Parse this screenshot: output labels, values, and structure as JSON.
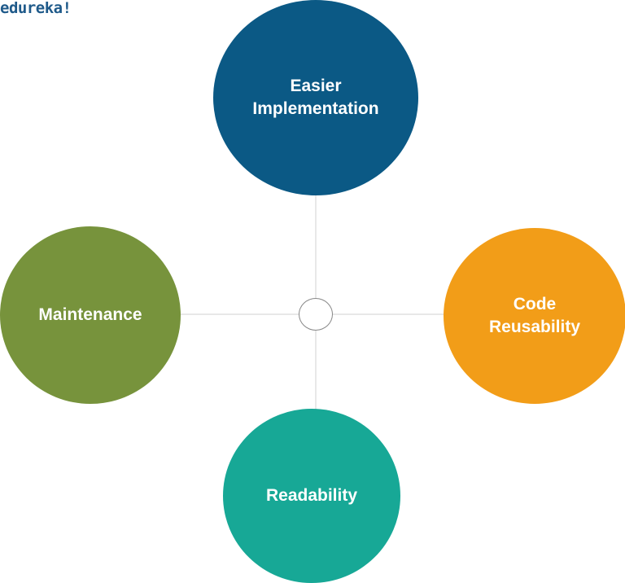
{
  "brand": {
    "logo_text": "edureka!"
  },
  "diagram": {
    "center_node": {
      "label": ""
    },
    "nodes": [
      {
        "position": "top",
        "label": "Easier\nImplementation",
        "color": "#0b5985"
      },
      {
        "position": "left",
        "label": "Maintenance",
        "color": "#77933c"
      },
      {
        "position": "right",
        "label": "Code\nReusability",
        "color": "#f29d18"
      },
      {
        "position": "bottom",
        "label": "Readability",
        "color": "#17a896"
      }
    ],
    "connector_color": "#d0d0d0",
    "hub_border_color": "#888888"
  }
}
